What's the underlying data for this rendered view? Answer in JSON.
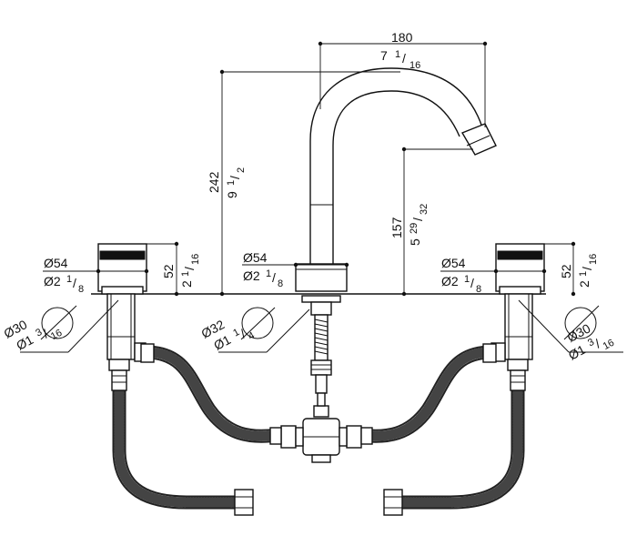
{
  "dimensions": {
    "spout_reach": {
      "mm": "180",
      "in_whole": "7",
      "in_frac_num": "1",
      "in_frac_den": "16"
    },
    "total_height": {
      "mm": "242",
      "in_whole": "9",
      "in_frac_num": "1",
      "in_frac_den": "2"
    },
    "spout_height": {
      "mm": "157",
      "in_whole": "5",
      "in_frac_num": "29",
      "in_frac_den": "32"
    },
    "left_handle_diameter": {
      "mm": "Ø54",
      "in_whole": "Ø2",
      "in_frac_num": "1",
      "in_frac_den": "8"
    },
    "center_base_diameter": {
      "mm": "Ø54",
      "in_whole": "Ø2",
      "in_frac_num": "1",
      "in_frac_den": "8"
    },
    "right_handle_diameter": {
      "mm": "Ø54",
      "in_whole": "Ø2",
      "in_frac_num": "1",
      "in_frac_den": "8"
    },
    "handle_height": {
      "mm": "52",
      "in_whole": "2",
      "in_frac_num": "1",
      "in_frac_den": "16"
    },
    "left_hole": {
      "mm": "Ø30",
      "in_whole": "Ø1",
      "in_frac_num": "3",
      "in_frac_den": "16"
    },
    "center_hole": {
      "mm": "Ø32",
      "in_whole": "Ø1",
      "in_frac_num": "1",
      "in_frac_den": "4"
    },
    "right_hole": {
      "mm": "Ø30",
      "in_whole": "Ø1",
      "in_frac_num": "3",
      "in_frac_den": "16"
    }
  }
}
